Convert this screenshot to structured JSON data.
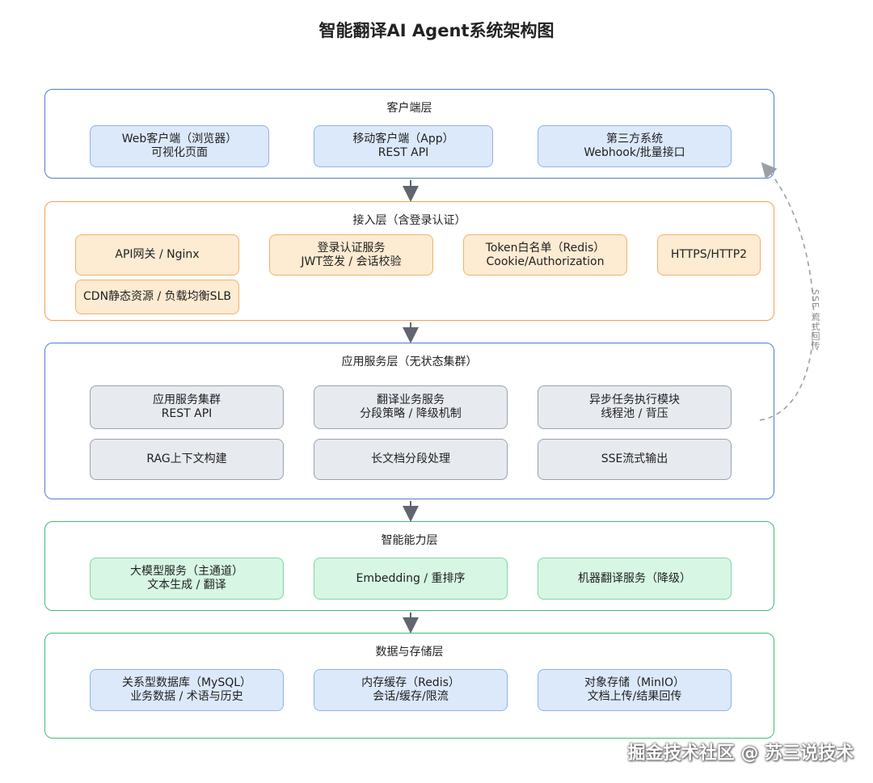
{
  "title": "智能翻译AI Agent系统架构图",
  "layers": {
    "client": {
      "title": "客户端层",
      "boxes": [
        {
          "line1": "Web客户端（浏览器）",
          "line2": "可视化页面"
        },
        {
          "line1": "移动客户端（App）",
          "line2": "REST API"
        },
        {
          "line1": "第三方系统",
          "line2": "Webhook/批量接口"
        }
      ]
    },
    "access": {
      "title": "接入层（含登录认证）",
      "boxes": [
        {
          "line1": "API网关 / Nginx"
        },
        {
          "line1": "登录认证服务",
          "line2": "JWT签发 / 会话校验"
        },
        {
          "line1": "Token白名单（Redis）",
          "line2": "Cookie/Authorization"
        },
        {
          "line1": "HTTPS/HTTP2"
        },
        {
          "line1": "CDN静态资源 / 负载均衡SLB"
        }
      ]
    },
    "app": {
      "title": "应用服务层（无状态集群）",
      "boxes": [
        {
          "line1": "应用服务集群",
          "line2": "REST API"
        },
        {
          "line1": "翻译业务服务",
          "line2": "分段策略 / 降级机制"
        },
        {
          "line1": "异步任务执行模块",
          "line2": "线程池 / 背压"
        },
        {
          "line1": "RAG上下文构建"
        },
        {
          "line1": "长文档分段处理"
        },
        {
          "line1": "SSE流式输出"
        }
      ]
    },
    "ai": {
      "title": "智能能力层",
      "boxes": [
        {
          "line1": "大模型服务（主通道）",
          "line2": "文本生成 / 翻译"
        },
        {
          "line1": "Embedding / 重排序"
        },
        {
          "line1": "机器翻译服务（降级）"
        }
      ]
    },
    "data": {
      "title": "数据与存储层",
      "boxes": [
        {
          "line1": "关系型数据库（MySQL）",
          "line2": "业务数据 / 术语与历史"
        },
        {
          "line1": "内存缓存（Redis）",
          "line2": "会话/缓存/限流"
        },
        {
          "line1": "对象存储（MinIO）",
          "line2": "文档上传/结果回传"
        }
      ]
    }
  },
  "sse_label": "SSE 流式回传",
  "watermark": "掘金技术社区 @ 苏三说技术",
  "colors": {
    "blue_border": "#4f7fd1",
    "orange_border": "#f0a050",
    "green_border": "#3fbf77",
    "arrow": "#5f6670",
    "dashed": "#9aa0a6"
  }
}
